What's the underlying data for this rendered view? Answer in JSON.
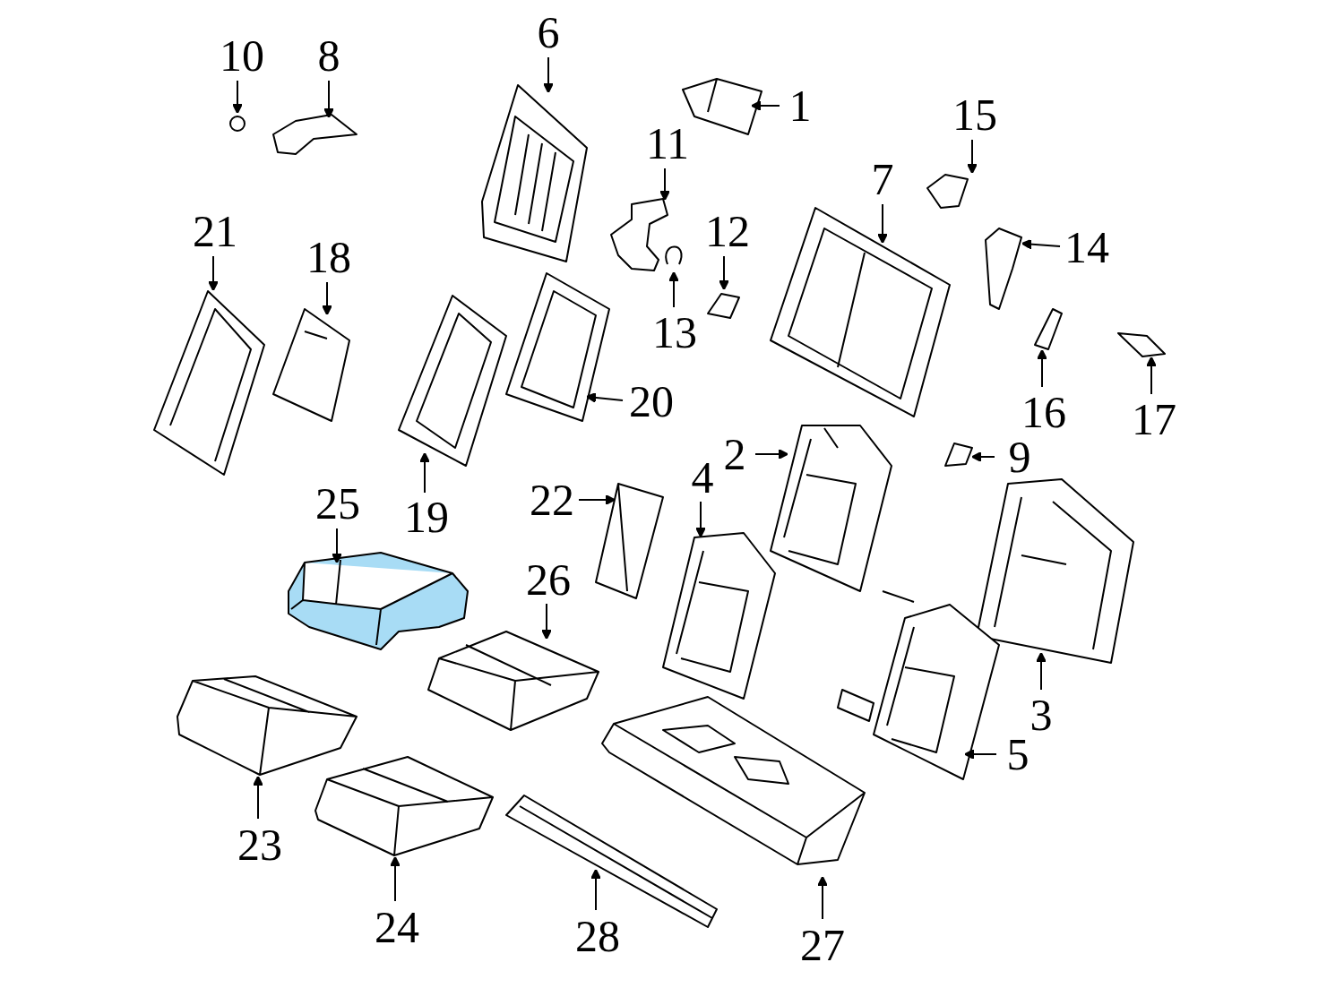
{
  "diagram": {
    "labels": [
      "10",
      "8",
      "6",
      "1",
      "11",
      "15",
      "7",
      "12",
      "21",
      "18",
      "14",
      "13",
      "16",
      "17",
      "20",
      "2",
      "9",
      "4",
      "22",
      "25",
      "19",
      "26",
      "3",
      "5",
      "23",
      "24",
      "28",
      "27"
    ]
  }
}
